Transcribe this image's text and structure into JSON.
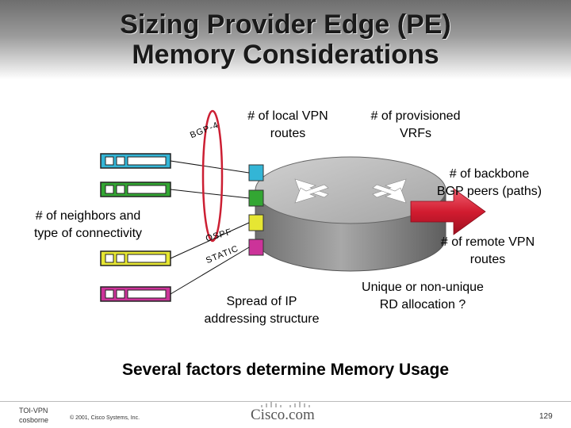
{
  "title": {
    "line1": "Sizing Provider Edge (PE)",
    "line2": "Memory Considerations"
  },
  "labels": {
    "local_vpn_routes": [
      "# of local VPN",
      "routes"
    ],
    "provisioned_vrfs": [
      "# of provisioned",
      "VRFs"
    ],
    "backbone_bgp_peers": [
      "# of backbone",
      "BGP peers (paths)"
    ],
    "neighbors_connectivity": [
      "# of neighbors and",
      "type of connectivity"
    ],
    "remote_vpn_routes": [
      "# of remote VPN",
      "routes"
    ],
    "rd_allocation": [
      "Unique or non-unique",
      "RD allocation ?"
    ],
    "ip_addressing": [
      "Spread of IP",
      "addressing structure"
    ]
  },
  "protocols": {
    "bgp": "BGP-4",
    "ospf": "OSPF",
    "static": "STATIC"
  },
  "headline": "Several factors determine Memory Usage",
  "footer": {
    "course": "TOI-VPN",
    "author": "cosborne",
    "copyright": "© 2001, Cisco Systems, Inc.",
    "brand": "Cisco.com",
    "page": "129"
  },
  "colors": {
    "cyan": "#33b5d6",
    "green": "#33a633",
    "yellow": "#e6e633",
    "magenta": "#cc3399",
    "arrow": "#dd1f33",
    "router": "#9a9a9a"
  }
}
